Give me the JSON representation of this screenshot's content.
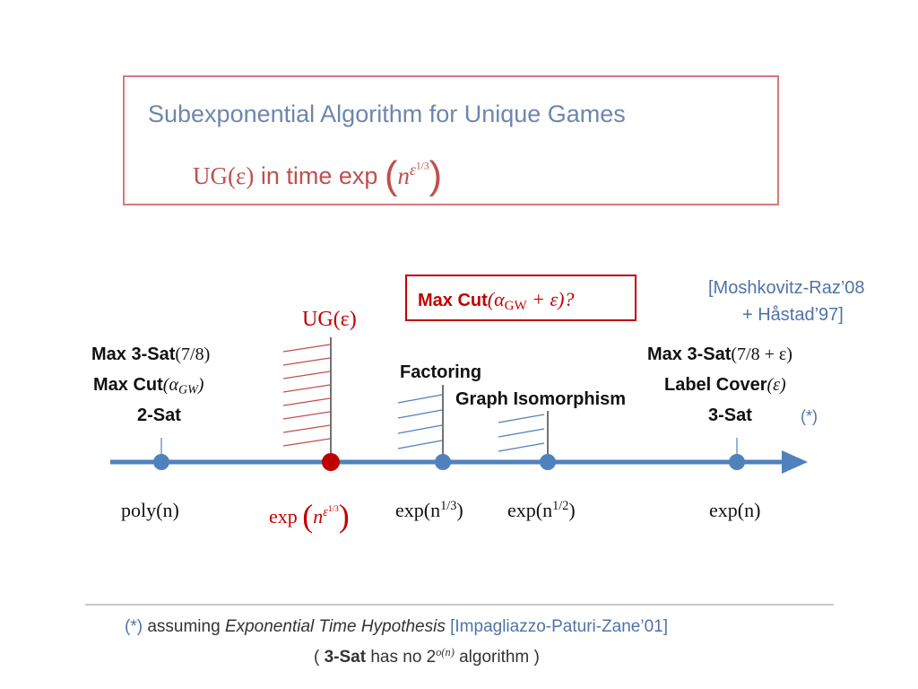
{
  "headline": {
    "title": "Subexponential Algorithm for Unique Games",
    "subtitle_ug": "UG(ε)",
    "subtitle_mid": " in time exp ",
    "subtitle_exp_base": "n",
    "subtitle_exp_pow": "ε",
    "subtitle_exp_pow2": "1/3"
  },
  "question_box": {
    "label_bold": "Max Cut",
    "label_math": "(α",
    "label_sub": "GW",
    "label_rest": " + ε)?"
  },
  "reference": {
    "line1": "[Moshkovitz-Raz’08",
    "line2": "+ Håstad’97]"
  },
  "ug_marker": "UG(ε)",
  "left_problems": {
    "p1_bold": "Max 3-Sat",
    "p1_rest": "(7/8)",
    "p2_bold": "Max Cut",
    "p2_rest": "(α",
    "p2_sub": "GW",
    "p2_end": ")",
    "p3_bold": "2-Sat"
  },
  "middle_problems": {
    "factoring": "Factoring",
    "graph_iso": "Graph Isomorphism"
  },
  "right_problems": {
    "p1_bold": "Max 3-Sat",
    "p1_rest": "(7/8 + ε)",
    "p2_bold": "Label Cover",
    "p2_rest": "(ε)",
    "p3_bold": "3-Sat",
    "star": "(*)"
  },
  "axis_labels": {
    "poly": "poly(n)",
    "exp_ug_base": "exp ",
    "exp_ug_n": "n",
    "exp_ug_pow": "ε",
    "exp_ug_pow2": "1/3",
    "exp_third": "exp(n",
    "exp_third_pow": "1/3",
    "exp_half": "exp(n",
    "exp_half_pow": "1/2",
    "close": ")",
    "exp_n": "exp(n)"
  },
  "footer": {
    "star": "(*)",
    "assuming": " assuming ",
    "eth": "Exponential Time Hypothesis",
    "citation": " [Impagliazzo-Paturi-Zane’01]",
    "l2_open": "( ",
    "l2_bold": "3-Sat",
    "l2_mid": " has no 2",
    "l2_pow": "o(n)",
    "l2_end": " algorithm )"
  },
  "colors": {
    "axis": "#4f81bd",
    "red": "#c00000",
    "headline_border": "#d9777a",
    "title_blue": "#6e86ad"
  }
}
